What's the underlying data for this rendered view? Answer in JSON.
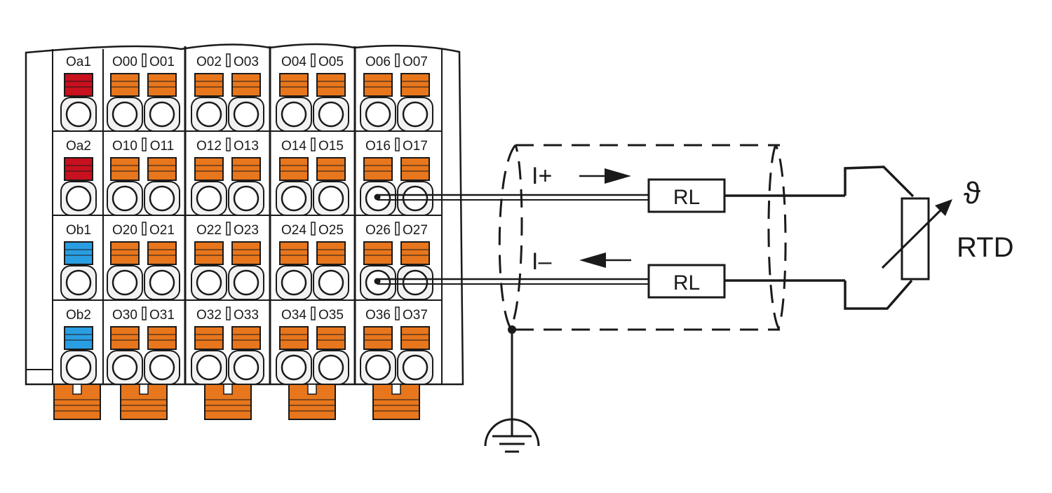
{
  "colors": {
    "ink": "#1a1a1a",
    "orange": "#e8761c",
    "red": "#c8101e",
    "blue": "#2a9ee2",
    "housing": "#ffffff",
    "terminal_fill": "#f2f2f2"
  },
  "terminal_block": {
    "supply_labels": [
      "Oa1",
      "Oa2",
      "Ob1",
      "Ob2"
    ],
    "supply_colors": [
      "red",
      "red",
      "blue",
      "blue"
    ],
    "channel_labels": [
      [
        "O00",
        "O01",
        "O02",
        "O03",
        "O04",
        "O05",
        "O06",
        "O07"
      ],
      [
        "O10",
        "O11",
        "O12",
        "O13",
        "O14",
        "O15",
        "O16",
        "O17"
      ],
      [
        "O20",
        "O21",
        "O22",
        "O23",
        "O24",
        "O25",
        "O26",
        "O27"
      ],
      [
        "O30",
        "O31",
        "O32",
        "O33",
        "O34",
        "O35",
        "O36",
        "O37"
      ]
    ]
  },
  "circuit": {
    "current_plus_label": "I+",
    "current_minus_label": "I–",
    "resistor_plus_label": "RL",
    "resistor_minus_label": "RL",
    "sensor_symbol": "ϑ",
    "sensor_label": "RTD"
  }
}
